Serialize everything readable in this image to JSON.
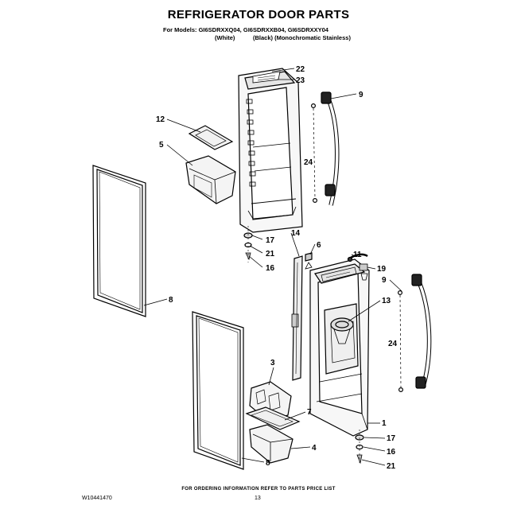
{
  "title": "REFRIGERATOR DOOR PARTS",
  "models_line": "For Models: GI6SDRXXQ04, GI6SDRXXB04, GI6SDRXXY04",
  "color_white": "(White)",
  "color_black_stainless": "(Black) (Monochromatic Stainless)",
  "footer_note": "FOR ORDERING INFORMATION REFER TO PARTS PRICE LIST",
  "doc_id": "W10441470",
  "page_number": "13",
  "callouts": {
    "c22": "22",
    "c23": "23",
    "c9a": "9",
    "c12": "12",
    "c5": "5",
    "c24a": "24",
    "c17a": "17",
    "c21a": "21",
    "c16a": "16",
    "c14": "14",
    "c6": "6",
    "c11": "11",
    "c19": "19",
    "c9b": "9",
    "c13": "13",
    "c8a": "8",
    "c24b": "24",
    "c3": "3",
    "c7": "7",
    "c1": "1",
    "c4": "4",
    "c17b": "17",
    "c16b": "16",
    "c8b": "8",
    "c21b": "21"
  }
}
